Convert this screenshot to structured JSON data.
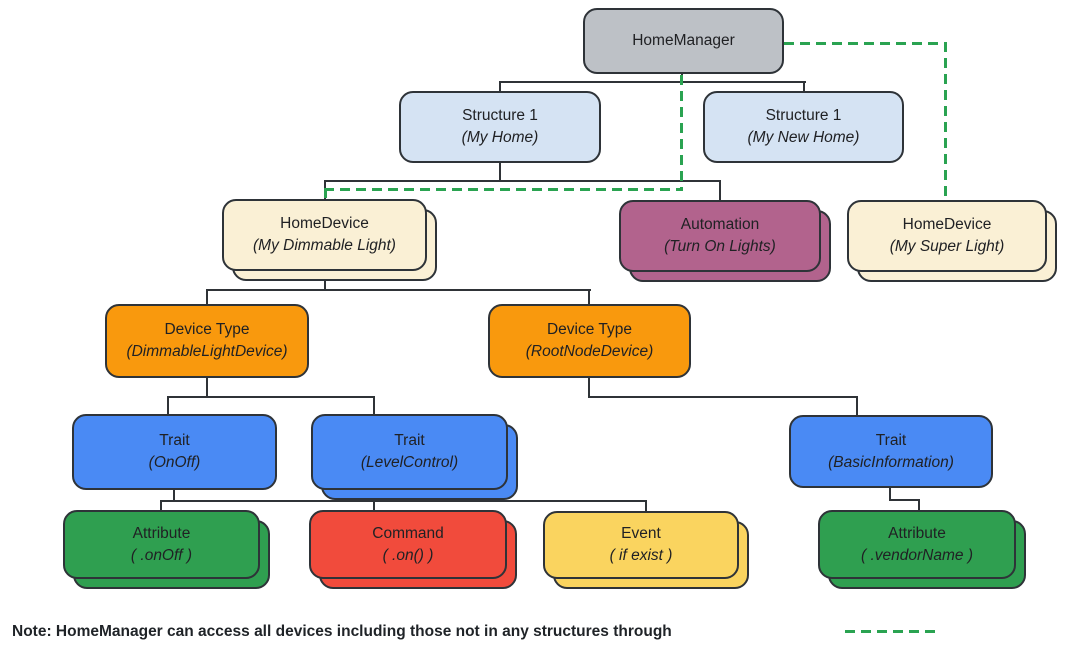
{
  "palette": {
    "gray": "#bdc1c6",
    "light_blue": "#d5e3f3",
    "cream": "#faf0d5",
    "mauve": "#b2638d",
    "orange": "#f9990d",
    "blue": "#4a8af4",
    "green": "#2f9f50",
    "red": "#f14b3c",
    "yellow": "#fad45f",
    "dashed_link_green": "#2aa351",
    "line_black": "#2f3337"
  },
  "nodes": {
    "home_manager": {
      "title": "HomeManager",
      "subtitle": ""
    },
    "structure_home": {
      "title": "Structure 1",
      "subtitle": "(My Home)"
    },
    "structure_new_home": {
      "title": "Structure 1",
      "subtitle": "(My New Home)"
    },
    "home_device_dimmable": {
      "title": "HomeDevice",
      "subtitle": "(My Dimmable Light)"
    },
    "automation": {
      "title": "Automation",
      "subtitle": "(Turn On Lights)"
    },
    "home_device_super": {
      "title": "HomeDevice",
      "subtitle": "(My Super Light)"
    },
    "device_type_dimmable": {
      "title": "Device Type",
      "subtitle": "(DimmableLightDevice)"
    },
    "device_type_rootnode": {
      "title": "Device Type",
      "subtitle": "(RootNodeDevice)"
    },
    "trait_onoff": {
      "title": "Trait",
      "subtitle": "(OnOff)"
    },
    "trait_levelcontrol": {
      "title": "Trait",
      "subtitle": "(LevelControl)"
    },
    "trait_basicinfo": {
      "title": "Trait",
      "subtitle": "(BasicInformation)"
    },
    "attribute_onoff": {
      "title": "Attribute",
      "subtitle": "( .onOff )"
    },
    "command_on": {
      "title": "Command",
      "subtitle": "( .on() )"
    },
    "event_ifexist": {
      "title": "Event",
      "subtitle": "( if exist )"
    },
    "attribute_vendorname": {
      "title": "Attribute",
      "subtitle": "( .vendorName )"
    }
  },
  "note": {
    "text": "Note: HomeManager can access all devices including those not in any structures through"
  }
}
